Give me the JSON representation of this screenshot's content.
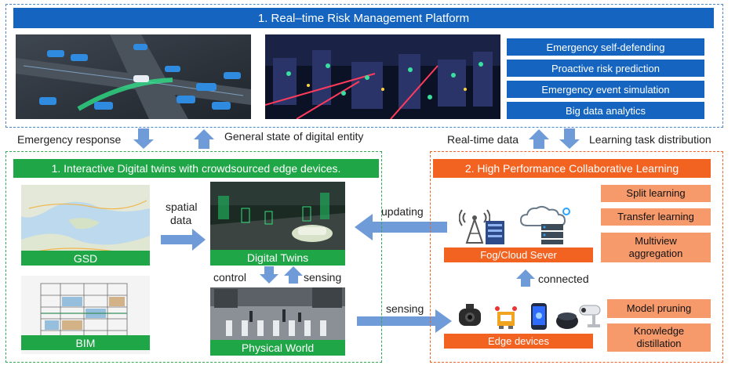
{
  "platform": {
    "title": "1. Real–time Risk Management Platform",
    "features": [
      "Emergency self-defending",
      "Proactive risk prediction",
      "Emergency event simulation",
      "Big data analytics"
    ]
  },
  "links": {
    "emergency_response": "Emergency response",
    "general_state": "General state of digital entity",
    "real_time_data": "Real-time data",
    "learning_task": "Learning task distribution"
  },
  "twins": {
    "title": "1. Interactive Digital twins with crowdsourced edge devices.",
    "gsd": "GSD",
    "bim": "BIM",
    "spatial_1": "spatial",
    "spatial_2": "data",
    "digital_twins": "Digital Twins",
    "control": "control",
    "sensing": "sensing",
    "physical_world": "Physical World"
  },
  "middle": {
    "updating": "updating",
    "sensing": "sensing"
  },
  "learning": {
    "title": "2. High Performance Collaborative Learning",
    "fog": "Fog/Cloud Sever",
    "connected": "connected",
    "edge": "Edge devices",
    "methods_top": [
      "Split learning",
      "Transfer learning"
    ],
    "multiview_1": "Multiview",
    "multiview_2": "aggregation",
    "pruning": "Model pruning",
    "kd_1": "Knowledge",
    "kd_2": "distillation"
  },
  "colors": {
    "blue": "#1565c0",
    "green": "#1fa647",
    "orange": "#f26322",
    "salmon": "#f79a6b",
    "arrow": "#6f9bd8"
  }
}
